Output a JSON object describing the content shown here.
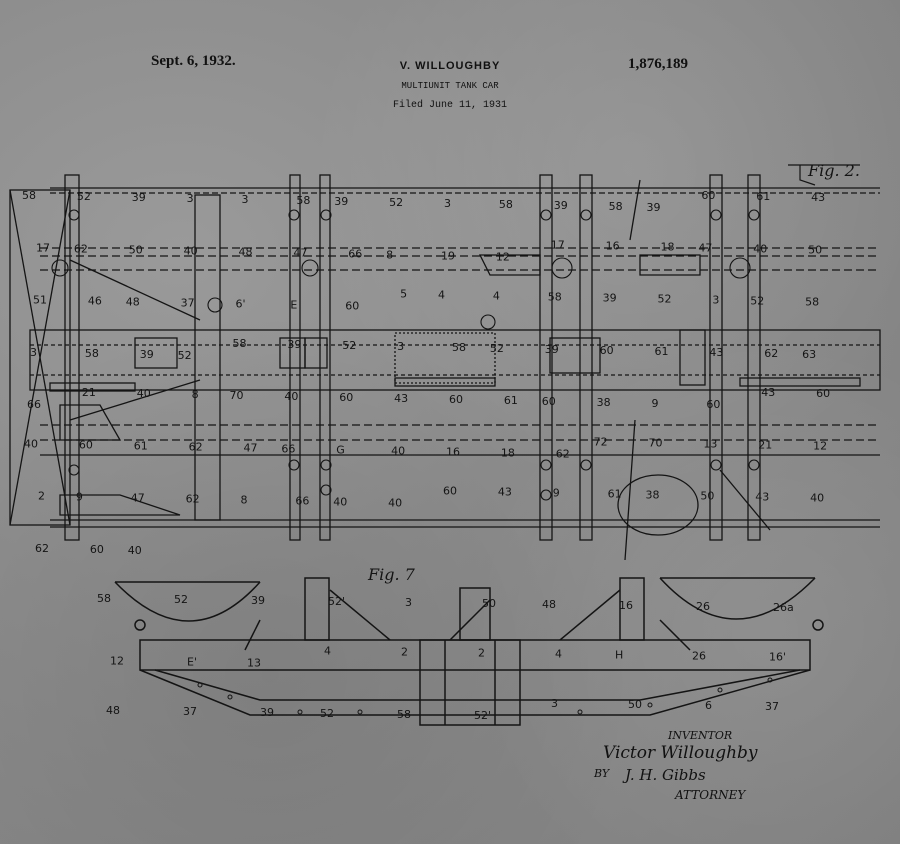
{
  "header": {
    "date": "Sept. 6, 1932.",
    "inventor_name": "V. WILLOUGHBY",
    "title": "MULTIUNIT TANK CAR",
    "filed": "Filed June 11, 1931",
    "patent_number": "1,876,189"
  },
  "figures": {
    "fig2_label": "Fig. 2.",
    "fig7_label": "Fig. 7"
  },
  "reference_numerals_fig2": [
    "58",
    "52",
    "39",
    "3",
    "3",
    "58",
    "39",
    "52",
    "3",
    "58",
    "39",
    "58",
    "39",
    "60",
    "61",
    "43",
    "17",
    "62",
    "50",
    "40",
    "48",
    "47",
    "66",
    "8",
    "19",
    "12",
    "17",
    "16",
    "18",
    "47",
    "40",
    "50",
    "51",
    "46",
    "48",
    "37",
    "6'",
    "E",
    "60",
    "5",
    "4",
    "4",
    "58",
    "39",
    "52",
    "3",
    "52",
    "58",
    "3",
    "58",
    "39",
    "52",
    "58",
    "39",
    "52",
    "3",
    "58",
    "52",
    "39",
    "60",
    "61",
    "43",
    "62",
    "63",
    "66",
    "21",
    "40",
    "8",
    "70",
    "40",
    "60",
    "43",
    "60",
    "61",
    "60",
    "38",
    "9",
    "60",
    "43",
    "60",
    "40",
    "60",
    "61",
    "62",
    "47",
    "66",
    "G",
    "40",
    "16",
    "18",
    "62",
    "72",
    "70",
    "13",
    "21",
    "12",
    "2",
    "9",
    "47",
    "62",
    "8",
    "66",
    "40",
    "40",
    "60",
    "43",
    "9",
    "61",
    "38",
    "50",
    "43",
    "40",
    "62",
    "60",
    "40"
  ],
  "reference_numerals_fig7": [
    "58",
    "52",
    "39",
    "52'",
    "3",
    "50",
    "48",
    "16",
    "26",
    "26a",
    "12",
    "E'",
    "13",
    "4",
    "2",
    "2",
    "4",
    "H",
    "26",
    "16'",
    "48",
    "37",
    "39",
    "52",
    "58",
    "52'",
    "3",
    "50",
    "6",
    "37"
  ],
  "signature": {
    "inventor_caption": "INVENTOR",
    "inventor_signature": "Victor Willoughby",
    "by": "BY",
    "attorney_signature": "J. H. Gibbs",
    "attorney_caption": "ATTORNEY"
  },
  "colors": {
    "ink": "#141414",
    "paper": "#8c8c8c"
  }
}
